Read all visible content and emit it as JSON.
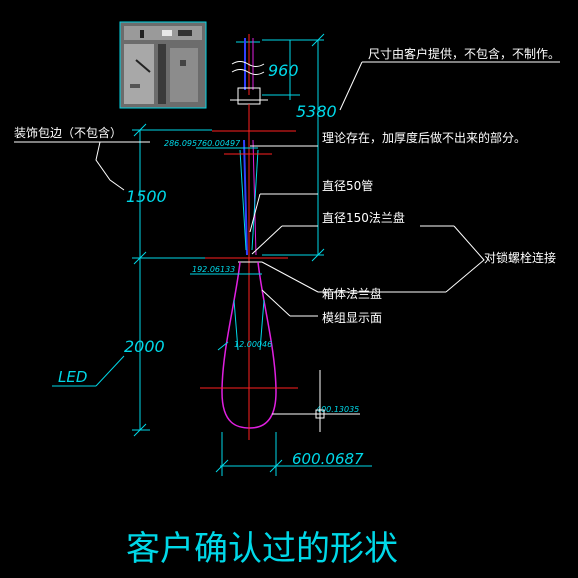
{
  "drawing": {
    "title": "客户确认过的形状",
    "dimensions": {
      "height_total": "5380",
      "height_top": "960",
      "height_mid": "1500",
      "height_led": "2000",
      "width_bottom": "600.0687",
      "small_1": "286.0957",
      "small_2": "60.00497",
      "small_3": "192.06133",
      "small_4": "12.00046",
      "small_5": "400.13035",
      "led_label": "LED"
    },
    "annotations": {
      "size_note": "尺寸由客户提供，不包含，不制作。",
      "trim_note": "装饰包边（不包含）",
      "theory_note": "理论存在，加厚度后做不出来的部分。",
      "pipe_note": "直径50管",
      "flange_note": "直径150法兰盘",
      "bolt_note": "对锁螺栓连接",
      "box_flange_note": "箱体法兰盘",
      "module_note": "模组显示面"
    },
    "colors": {
      "dimension": "#00d8e8",
      "centerline": "#ff2020",
      "outline": "#e020e0",
      "pipe": "#3040ff",
      "text": "#ffffff"
    }
  }
}
